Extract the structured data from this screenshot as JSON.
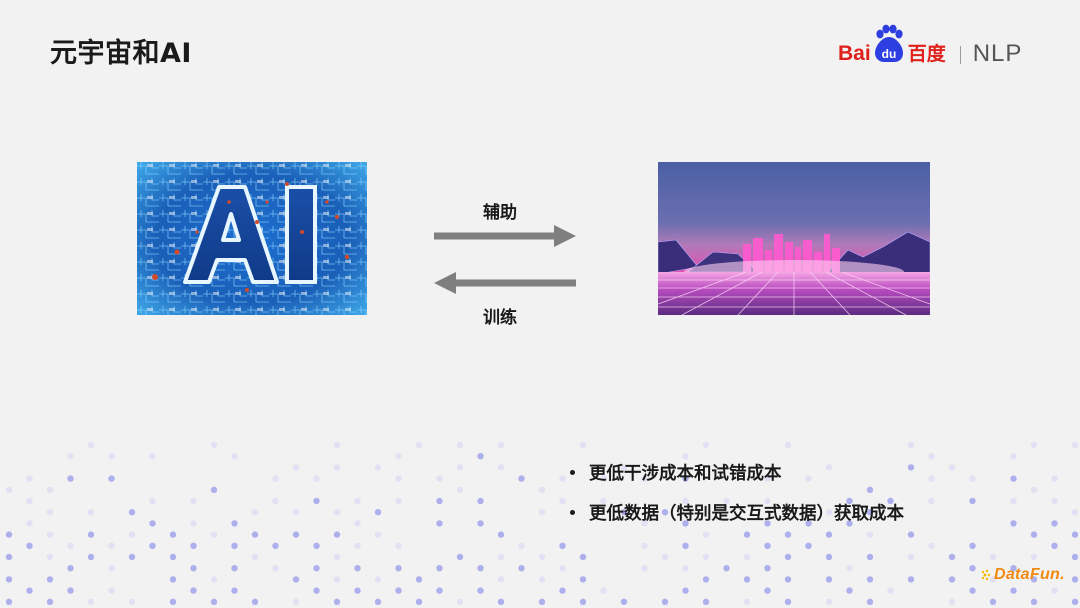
{
  "slide": {
    "title": "元宇宙和AI",
    "background_color": "#f2f2f2"
  },
  "brand": {
    "baidu_text": "Bai",
    "baidu_du": "du",
    "baidu_cn": "百度",
    "product": "NLP",
    "baidu_red": "#e0201a",
    "baidu_blue": "#2d3fe0"
  },
  "diagram": {
    "left_image": {
      "icon": "ai-circuit-board-image",
      "overlay_text": "AI"
    },
    "right_image": {
      "icon": "metaverse-neon-city-image"
    },
    "arrow_top": {
      "label": "辅助",
      "direction": "right"
    },
    "arrow_bottom": {
      "label": "训练",
      "direction": "left"
    },
    "arrow_color": "#7f7f7f"
  },
  "bullets": [
    {
      "text": "更低干涉成本和试错成本"
    },
    {
      "text": "更低数据（特别是交互式数据）获取成本"
    }
  ],
  "footer": {
    "logo_text": "DataFun.",
    "logo_color": "#f08a12"
  },
  "decoration": {
    "dot_color_strong": "#a9aceb",
    "dot_color_weak": "#dcdcf2"
  }
}
